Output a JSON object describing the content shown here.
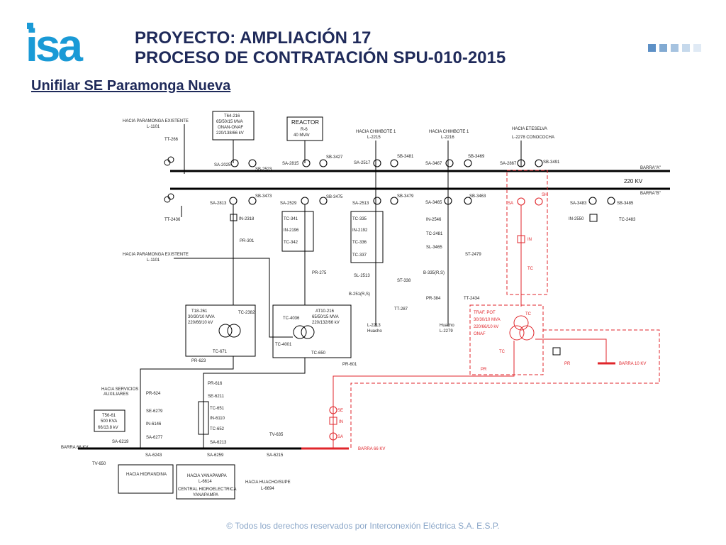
{
  "header": {
    "logo_text": "isa",
    "title_line1": "PROYECTO: AMPLIACIÓN 17",
    "title_line2": "PROCESO DE CONTRATACIÓN  SPU-010-2015",
    "subtitle": "Unifilar SE Paramonga Nueva"
  },
  "colors": {
    "brand": "#1a9ad6",
    "title": "#1f2a5a",
    "existing": "#000000",
    "new": "#e0262b"
  },
  "diagram": {
    "busbar_a": "BARRA\"A\"",
    "busbar_b": "BARRA\"B\"",
    "bus_220": "220 KV",
    "bus_66": "BARRA 66 KV",
    "bus_66_new": "BARRA 66 KV",
    "bus_10_new": "BARRA 10 KV",
    "hacia_paramonga_1": "HACIA PARAMONGA EXISTENTE",
    "hacia_paramonga_1_line": "L-1101",
    "hacia_paramonga_2": "HACIA PARAMONGA EXISTENTE",
    "hacia_paramonga_2_line": "L-1101",
    "tt1": "TT-266",
    "tt2": "TT-2436",
    "t64_box": [
      "T64-216",
      "65/50/15 MVA",
      "ONAN-ONAF",
      "220/138/66 kV"
    ],
    "reactor_box": [
      "REACTOR",
      "R-6",
      "40 MVAr"
    ],
    "chimbote1_a": [
      "HACIA CHIMBOTE 1",
      "L-2215"
    ],
    "chimbote1_b": [
      "HACIA CHIMBOTE 1",
      "L-2216"
    ],
    "eteselva": [
      "HACIA ETESELVA",
      "L-2278 CONOCOCHA"
    ],
    "switches": {
      "sa2025": "SA-2025",
      "sb2523": "SB-2523",
      "sa2815": "SA-2815",
      "sb3427": "SB-3427",
      "sa2517": "SA-2517",
      "sb3481": "SB-3481",
      "sa3467": "SA-3467",
      "sb3469": "SB-3469",
      "sa2867": "SA-2867",
      "sb3491": "SB-3491",
      "sa2813": "SA-2813",
      "sb3473": "SB-3473",
      "sa2529": "SA-2529",
      "sb3475": "SB-3475",
      "sa2513": "SA-2513",
      "sb3479": "SB-3479",
      "sa3465": "SA-3465",
      "sb3463": "SB-3463",
      "sa3483": "SA-3483",
      "sb3485": "SB-3485"
    },
    "breakers": {
      "in2318": "IN-2318",
      "in2196": "IN-2196",
      "in2192": "IN-2192",
      "in2546": "IN-2546",
      "in2550": "IN-2550"
    },
    "tcs": {
      "tc341": "TC-341",
      "tc342": "TC-342",
      "tc335": "TC-335",
      "tc336": "TC-336",
      "tc337": "TC-337",
      "tc2481": "TC-2481",
      "tc2483": "TC-2483"
    },
    "misc": {
      "pr301": "PR-301",
      "pr275": "PR-275",
      "sl2513": "SL-2513",
      "st338": "ST-338",
      "b251": "B-251(R,S)",
      "tt287": "TT-287",
      "sl3465": "SL-3465",
      "st2479": "ST-2479",
      "b335": "B-335(R,S)",
      "pr384": "PR-384",
      "tt2434": "TT-2434"
    },
    "huacho_a": [
      "L-2213",
      "Huacho"
    ],
    "huacho_b": [
      "Huacho",
      "L-2279"
    ],
    "t18_box": [
      "T18-261",
      "30/30/10 MVA",
      "220/66/10 kV"
    ],
    "at10_box": [
      "AT10-216",
      "65/50/15 MVA",
      "220/132/66 kV"
    ],
    "tc2382": "TC-2382",
    "tc671": "TC-671",
    "tc4036": "TC-4036",
    "tc4001": "TC-4001",
    "tc650": "TC-650",
    "pr623": "PR-623",
    "pr601": "PR-601",
    "hacia_servicios": [
      "HACIA SERVICIOS",
      "AUXILIARES"
    ],
    "t56_box": [
      "T56-61",
      "500 KVA",
      "66/13.8 kV"
    ],
    "sv": {
      "pr624": "PR-624",
      "se6279": "SE-6279",
      "in6146": "IN-6146",
      "sa6277": "SA-6277",
      "sa6219": "SA-6219",
      "pr616": "PR-616",
      "se6211": "SE-6211",
      "tc651": "TC-651",
      "in6110": "IN-6110",
      "tc652": "TC-652",
      "sa6213": "SA-6213",
      "tv635": "TV-635",
      "tv650": "TV-650",
      "sa6243": "SA-6243",
      "sa6259": "SA-6259",
      "sa6215": "SA-6215"
    },
    "hacia_hidrandina": "HACIA HIDRANDINA",
    "hacia_yanapampa": [
      "HACIA YANAPAMPA",
      "L-6614"
    ],
    "central_yanapampa": [
      "CENTRAL HIDROELECTRICA",
      "YANAPAMPA"
    ],
    "hacia_huacho": [
      "HACIA HUACHO/SUPE",
      "L-6694"
    ],
    "new_bay": {
      "se": "SE",
      "in": "IN",
      "sa": "SA",
      "sh": "SH",
      "tc": "TC",
      "pr": "PR",
      "pr2": "PR",
      "tc2": "TC",
      "tc3": "TC"
    },
    "traf_pot": [
      "TRAF. POT",
      "30/30/10 MVA",
      "220/66/10 kV",
      "ONAF"
    ]
  },
  "footer": {
    "copyright": "© Todos los derechos reservados por Interconexión Eléctrica S.A. E.S.P."
  }
}
